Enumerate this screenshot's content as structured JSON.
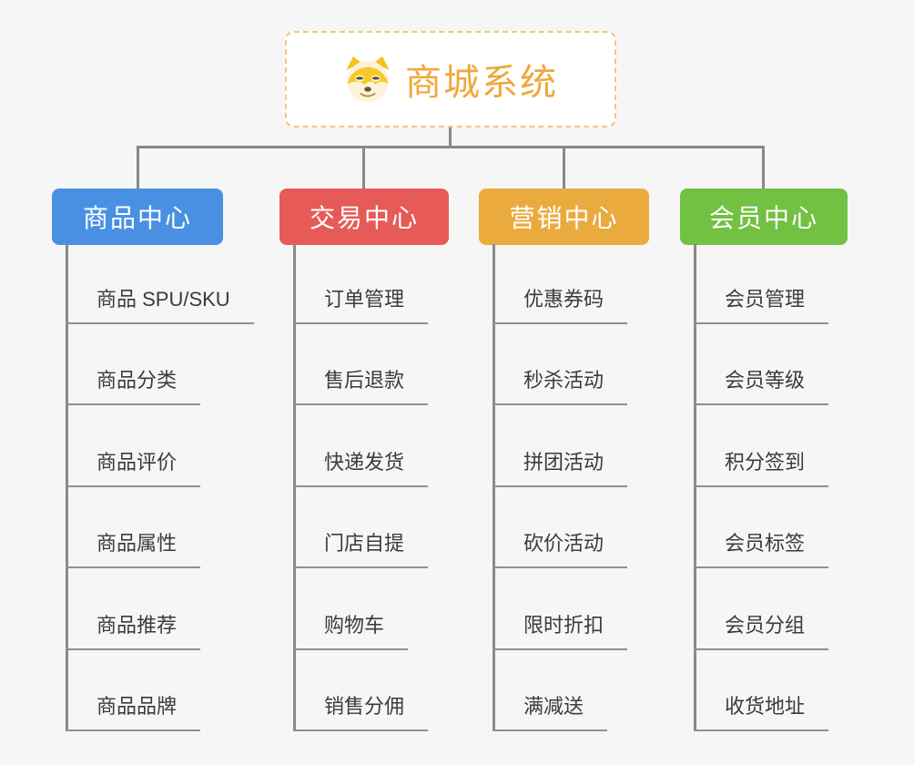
{
  "root": {
    "title": "商城系统",
    "icon": "doge-icon"
  },
  "branches": [
    {
      "label": "商品中心",
      "color": "#4a90e2",
      "items": [
        "商品 SPU/SKU",
        "商品分类",
        "商品评价",
        "商品属性",
        "商品推荐",
        "商品品牌"
      ]
    },
    {
      "label": "交易中心",
      "color": "#e65b57",
      "items": [
        "订单管理",
        "售后退款",
        "快递发货",
        "门店自提",
        "购物车",
        "销售分佣"
      ]
    },
    {
      "label": "营销中心",
      "color": "#ebaa3e",
      "items": [
        "优惠券码",
        "秒杀活动",
        "拼团活动",
        "砍价活动",
        "限时折扣",
        "满减送"
      ]
    },
    {
      "label": "会员中心",
      "color": "#72c142",
      "items": [
        "会员管理",
        "会员等级",
        "积分签到",
        "会员标签",
        "会员分组",
        "收货地址"
      ]
    }
  ],
  "style_colors": {
    "background": "#f6f6f6",
    "connector": "#888888",
    "root_border": "#f3c879",
    "root_text": "#efa93b",
    "leaf_text": "#3b3b3b",
    "leaf_underline": "#909090"
  }
}
